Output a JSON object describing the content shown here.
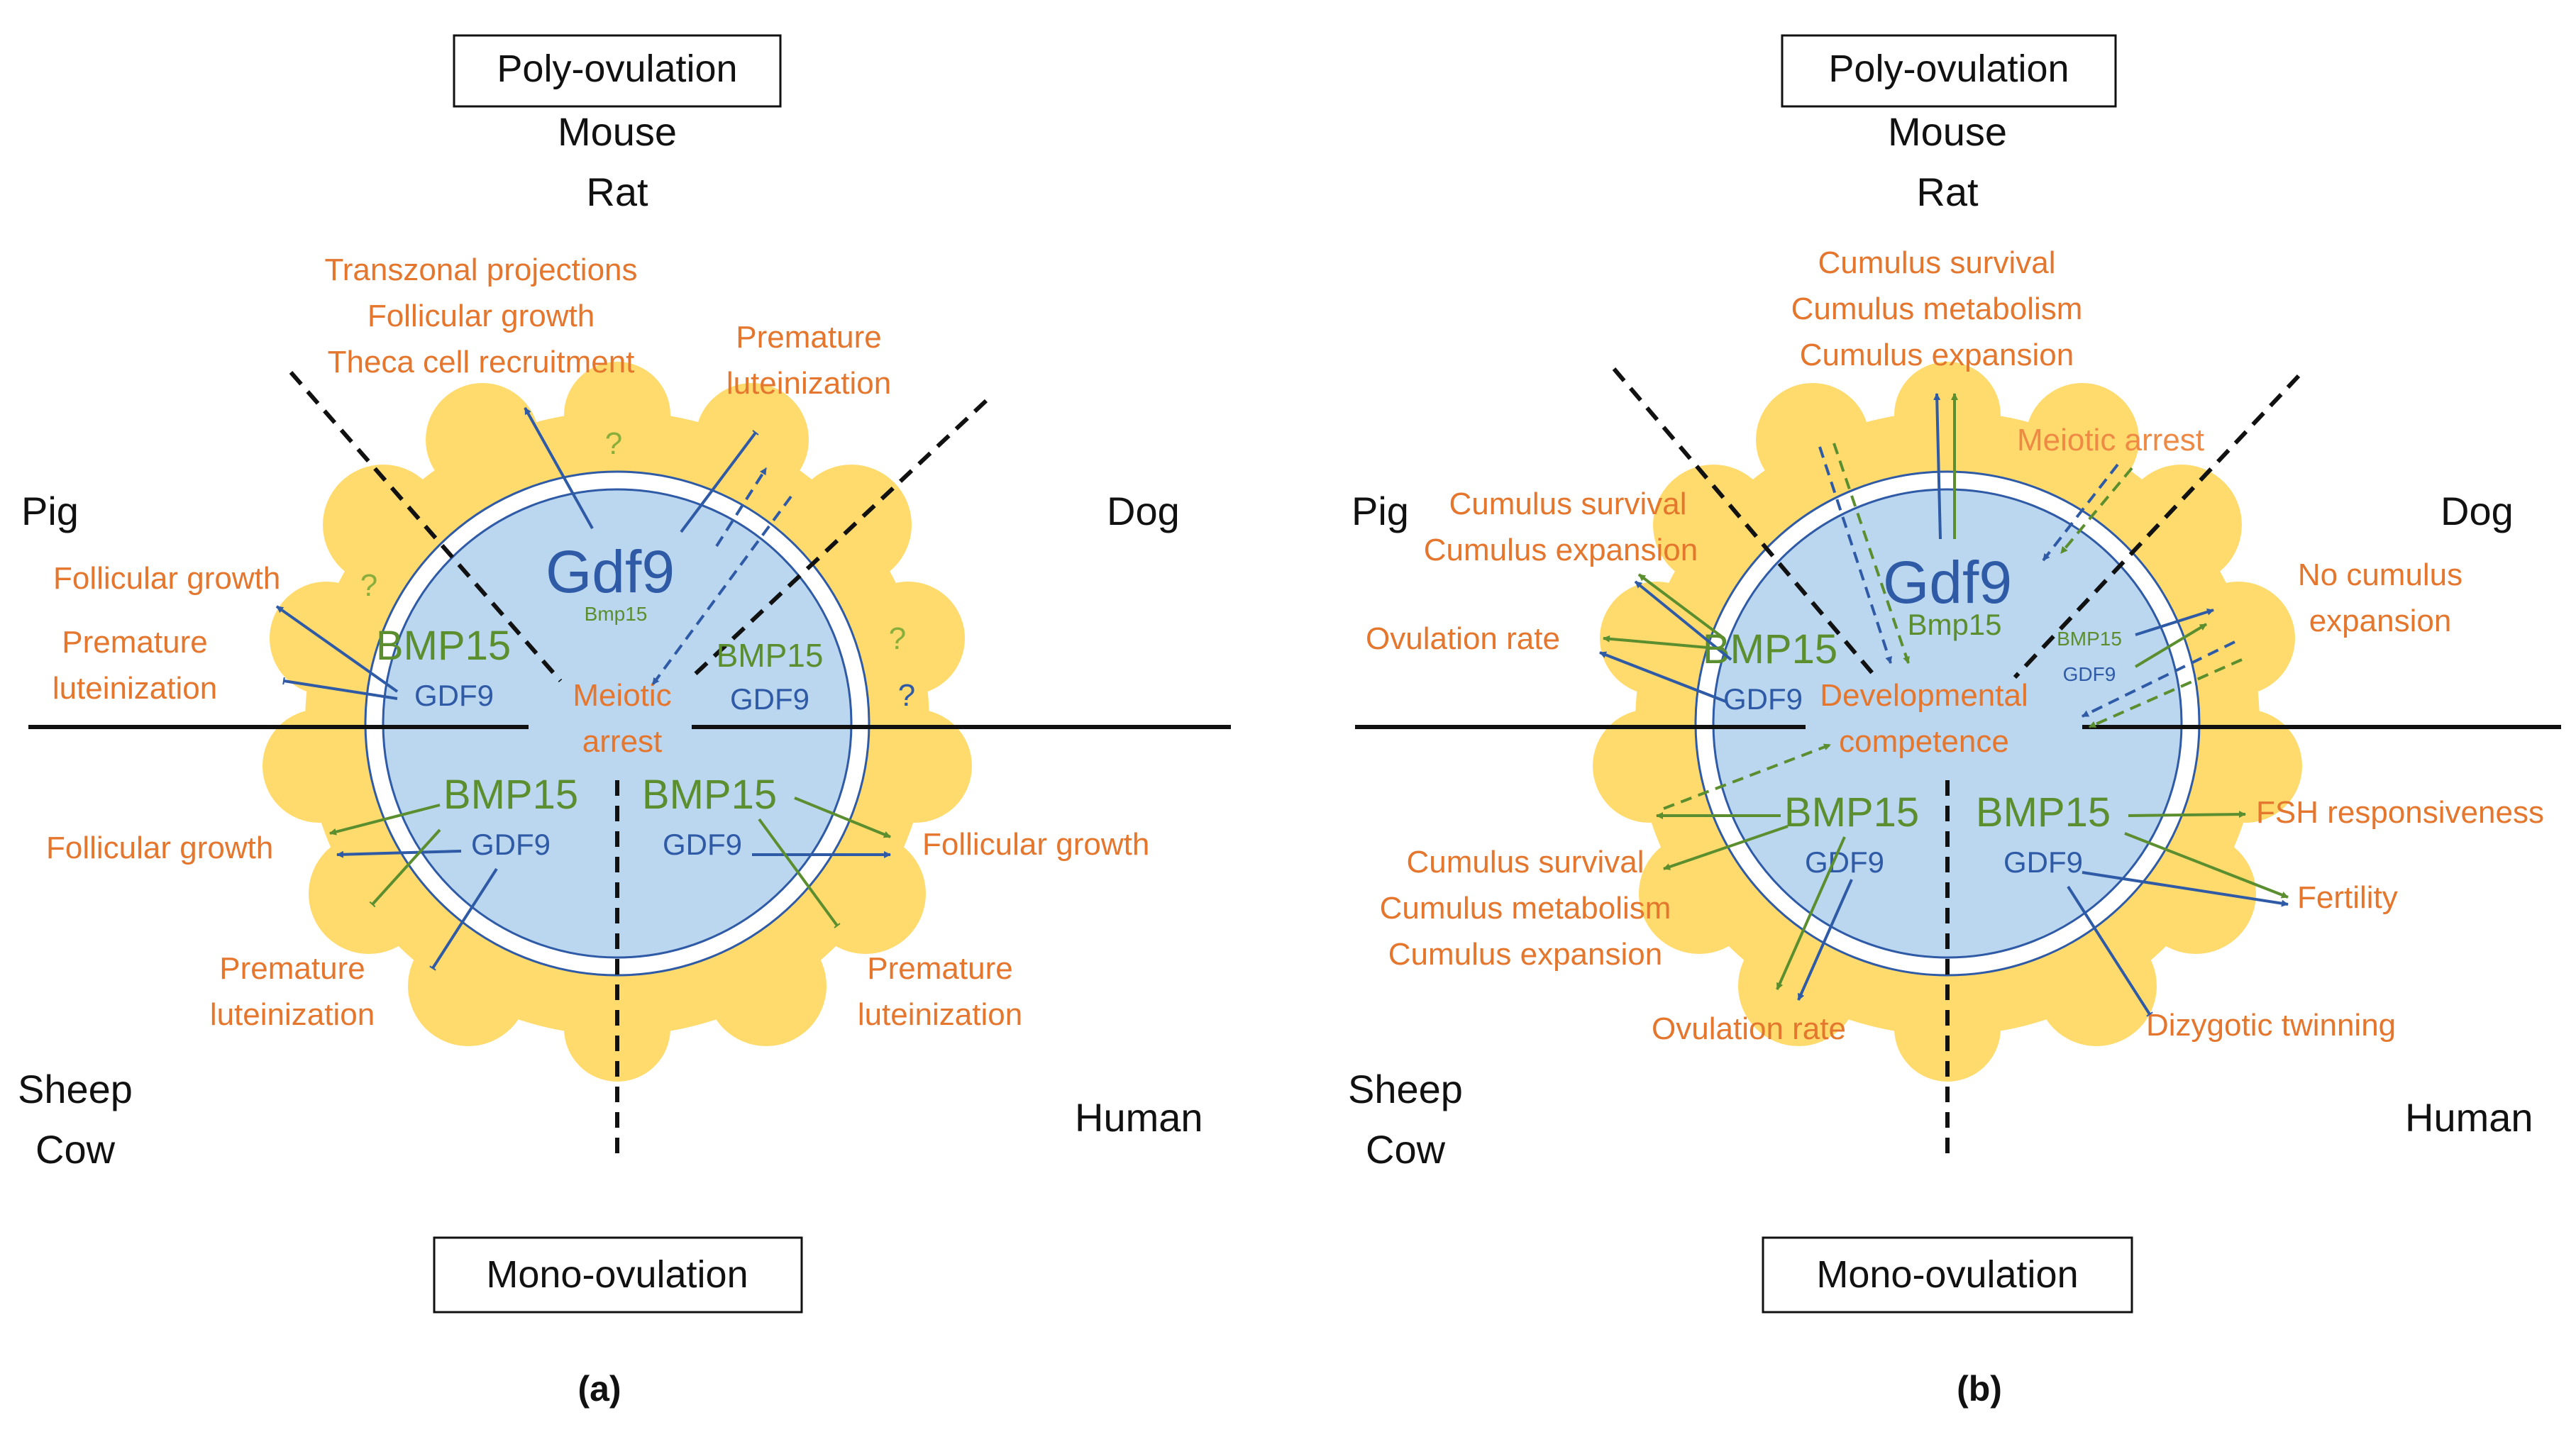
{
  "colors": {
    "orange": "#E4762D",
    "green": "#5B8E2E",
    "blue": "#2E5AA6",
    "black": "#111111",
    "cumulus": "#FFDB6E",
    "oocyte": "#BBD6EF"
  },
  "panel_a": {
    "top_box": "Poly-ovulation",
    "bottom_box": "Mono-ovulation",
    "panel_label": "(a)",
    "species": {
      "mouse": "Mouse",
      "rat": "Rat",
      "pig": "Pig",
      "dog": "Dog",
      "sheep": "Sheep",
      "cow": "Cow",
      "human": "Human"
    },
    "top_text": [
      "Transzonal projections",
      "Follicular growth",
      "Theca cell recruitment"
    ],
    "tr_text": [
      "Premature",
      "luteinization"
    ],
    "left_top": "Follicular growth",
    "left_mid": [
      "Premature",
      "luteinization"
    ],
    "center": [
      "Meiotic",
      "arrest"
    ],
    "gdf9_big": "Gdf9",
    "bmp15_small": "Bmp15",
    "ul_bmp15": "BMP15",
    "ul_gdf9": "GDF9",
    "ur_bmp15": "BMP15",
    "ur_gdf9": "GDF9",
    "ll_bmp15": "BMP15",
    "ll_gdf9": "GDF9",
    "lr_bmp15": "BMP15",
    "lr_gdf9": "GDF9",
    "ll_fg": "Follicular growth",
    "lr_fg": "Follicular growth",
    "ll_pl": [
      "Premature",
      "luteinization"
    ],
    "lr_pl": [
      "Premature",
      "luteinization"
    ],
    "question": "?"
  },
  "panel_b": {
    "top_box": "Poly-ovulation",
    "bottom_box": "Mono-ovulation",
    "panel_label": "(b)",
    "species": {
      "mouse": "Mouse",
      "rat": "Rat",
      "pig": "Pig",
      "dog": "Dog",
      "sheep": "Sheep",
      "cow": "Cow",
      "human": "Human"
    },
    "top_text": [
      "Cumulus survival",
      "Cumulus metabolism",
      "Cumulus expansion"
    ],
    "meiotic_arrest": "Meiotic arrest",
    "pig_text": [
      "Cumulus survival",
      "Cumulus expansion"
    ],
    "ovulation_rate_left": "Ovulation rate",
    "dog_text": [
      "No cumulus",
      "expansion"
    ],
    "center": [
      "Developmental",
      "competence"
    ],
    "gdf9_big": "Gdf9",
    "bmp15_small": "Bmp15",
    "ul_bmp15": "BMP15",
    "ul_gdf9": "GDF9",
    "ur_bmp15": "BMP15",
    "ur_gdf9": "GDF9",
    "ll_bmp15": "BMP15",
    "ll_gdf9": "GDF9",
    "lr_bmp15": "BMP15",
    "lr_gdf9": "GDF9",
    "ll_text": [
      "Cumulus survival",
      "Cumulus metabolism",
      "Cumulus expansion"
    ],
    "ovulation_rate_bottom": "Ovulation rate",
    "fsh": "FSH responsiveness",
    "fertility": "Fertility",
    "twinning": "Dizygotic twinning"
  }
}
